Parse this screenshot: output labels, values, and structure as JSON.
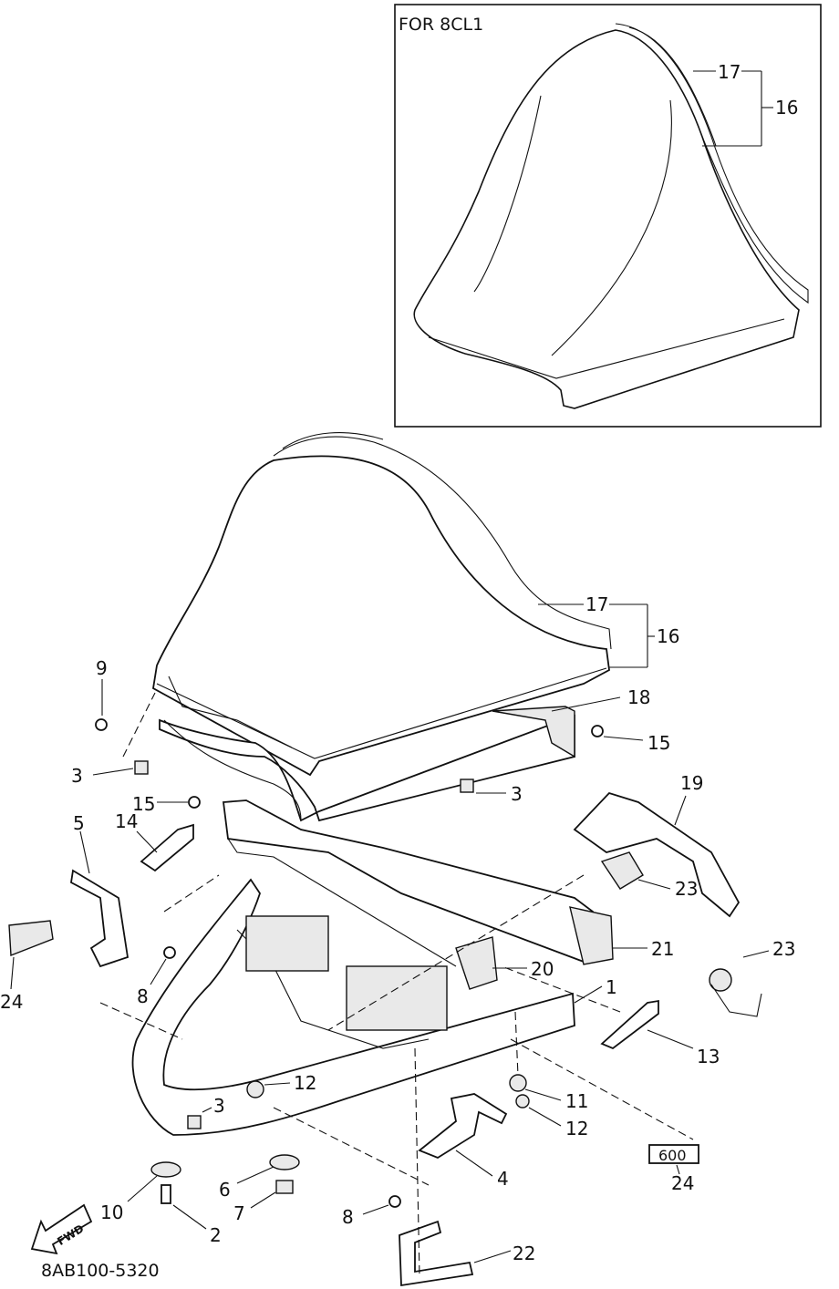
{
  "inset": {
    "title": "FOR 8CL1"
  },
  "fwd_label": "FWD",
  "drawing_code": "8AB100-5320",
  "decal_text": "600",
  "callouts": {
    "c1": "1",
    "c2": "2",
    "c3a": "3",
    "c3b": "3",
    "c3c": "3",
    "c4": "4",
    "c5": "5",
    "c6": "6",
    "c7": "7",
    "c8a": "8",
    "c8b": "8",
    "c9": "9",
    "c10": "10",
    "c11": "11",
    "c12a": "12",
    "c12b": "12",
    "c13": "13",
    "c14": "14",
    "c15a": "15",
    "c15b": "15",
    "c16a": "16",
    "c16b": "16",
    "c17a": "17",
    "c17b": "17",
    "c18": "18",
    "c19": "19",
    "c20": "20",
    "c21": "21",
    "c22": "22",
    "c23a": "23",
    "c23b": "23",
    "c24a": "24",
    "c24b": "24"
  }
}
